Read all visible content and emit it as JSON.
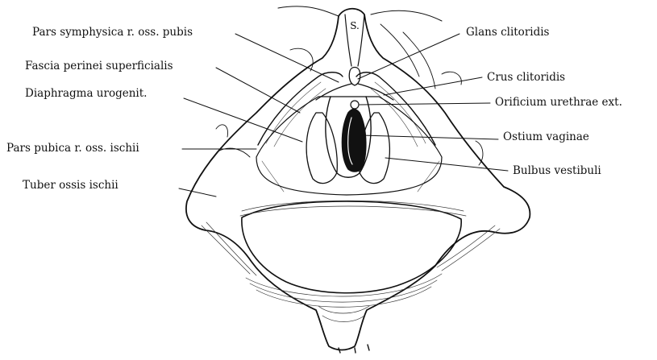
{
  "figure": {
    "labels_left": [
      "Pars symphysica r. oss. pubis",
      "Fascia perinei superficialis",
      "Diaphragma urogenit.",
      "Pars pubica r. oss. ischii",
      "Tuber ossis ischii"
    ],
    "labels_right": [
      "Glans clitoridis",
      "Crus clitoridis",
      "Orificium urethrae ext.",
      "Ostium vaginae",
      "Bulbus vestibuli"
    ],
    "inset_mark": "S."
  }
}
